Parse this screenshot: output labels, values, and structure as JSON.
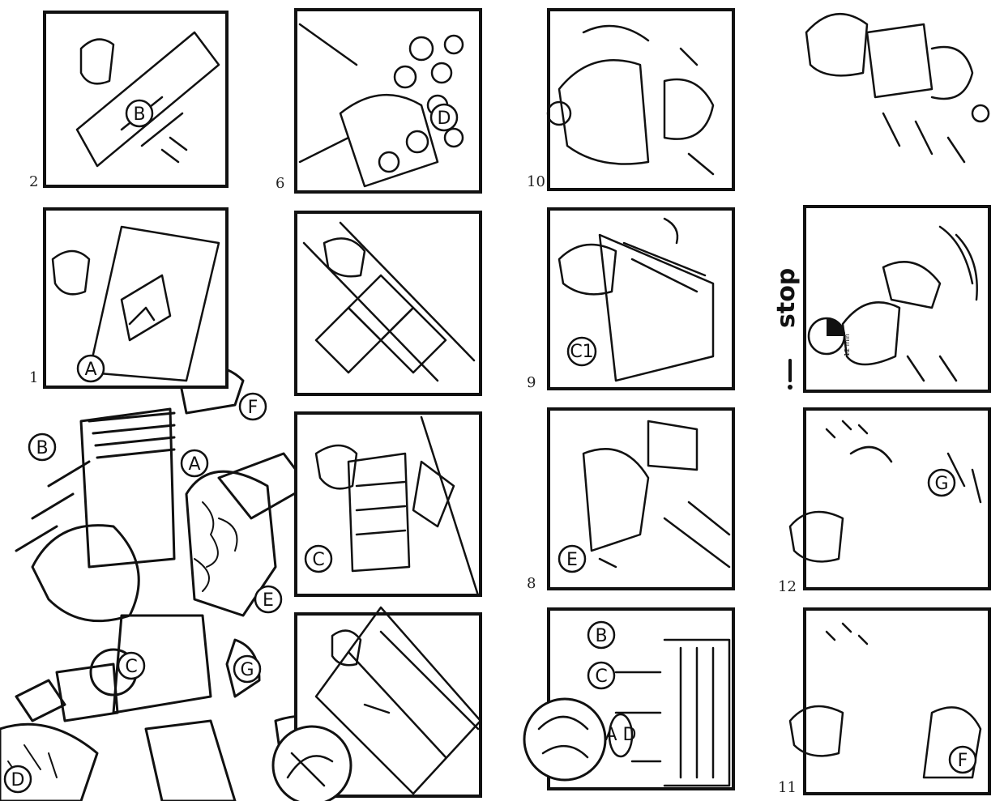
{
  "page": {
    "rotation_deg": -90
  },
  "panel_numbers": [
    "1",
    "2",
    "6",
    "8",
    "9",
    "10",
    "11",
    "12"
  ],
  "callouts": {
    "a": "A",
    "b": "B",
    "c": "C",
    "d": "D",
    "e": "E",
    "f": "F",
    "g": "G",
    "c1": "C1",
    "a_d": "A D"
  },
  "timer": {
    "word": "stop",
    "small_text": "12 min"
  }
}
